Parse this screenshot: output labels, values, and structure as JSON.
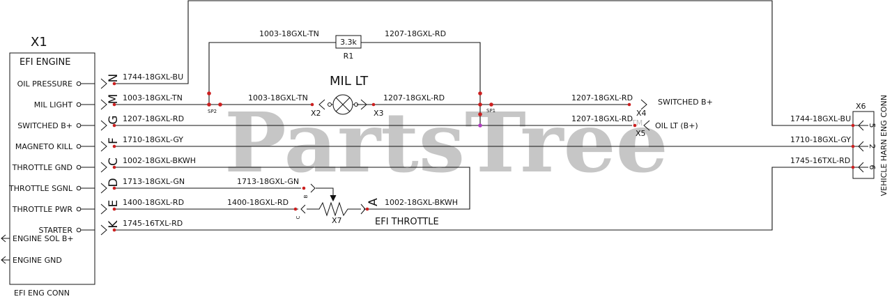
{
  "connectors": {
    "x1": {
      "ref": "X1",
      "title": "EFI ENGINE",
      "caption": "EFI ENG CONN",
      "pins": [
        {
          "name": "OIL PRESSURE",
          "pin": "N"
        },
        {
          "name": "MIL LIGHT",
          "pin": "M"
        },
        {
          "name": "SWITCHED B+",
          "pin": "G"
        },
        {
          "name": "MAGNETO KILL",
          "pin": "F"
        },
        {
          "name": "THROTTLE GND",
          "pin": "C"
        },
        {
          "name": "THROTTLE SGNL",
          "pin": "D"
        },
        {
          "name": "THROTTLE PWR",
          "pin": "E"
        },
        {
          "name": "STARTER",
          "pin": "K"
        }
      ],
      "outputs": [
        "ENGINE SOL B+",
        "ENGINE GND"
      ]
    },
    "x6": {
      "ref": "X6",
      "caption": "VEHICLE HARN ENG CONN",
      "pins": [
        "5",
        "2",
        "6"
      ]
    },
    "x7": {
      "ref": "X7",
      "caption": "EFI THROTTLE",
      "pins": [
        "B",
        "C",
        "A"
      ]
    }
  },
  "wires": {
    "w_n": "1744-18GXL-BU",
    "w_m": "1003-18GXL-TN",
    "w_g": "1207-18GXL-RD",
    "w_f": "1710-18GXL-GY",
    "w_c": "1002-18GXL-BKWH",
    "w_d": "1713-18GXL-GN",
    "w_e": "1400-18GXL-RD",
    "w_k": "1745-16TXL-RD",
    "r1_left": "1003-18GXL-TN",
    "r1_right": "1207-18GXL-RD",
    "mil_left": "1003-18GXL-TN",
    "mil_right": "1207-18GXL-RD",
    "x4_wire": "1207-18GXL-RD",
    "x5_wire": "1207-18GXL-RD",
    "x6_5": "1744-18GXL-BU",
    "x6_2": "1710-18GXL-GY",
    "x6_6": "1745-16TXL-RD",
    "x7_b": "1713-18GXL-GN",
    "x7_c": "1400-18GXL-RD",
    "x7_a": "1002-18GXL-BKWH"
  },
  "components": {
    "r1": {
      "ref": "R1",
      "value": "3.3k"
    },
    "mil": {
      "title": "MIL LT",
      "left": "X2",
      "right": "X3"
    },
    "sp1": "SP1",
    "sp2": "SP2",
    "x4": {
      "ref": "X4",
      "label": "SWITCHED B+"
    },
    "x5": {
      "ref": "X5",
      "label": "OIL LT (B+)"
    }
  },
  "watermark": {
    "text": "PartsTree",
    "tm": "TM"
  },
  "colors": {
    "line": "#111111",
    "splice": "#cc1f1f",
    "junction": "#b03cc0",
    "watermark": "#bdbdbd"
  }
}
